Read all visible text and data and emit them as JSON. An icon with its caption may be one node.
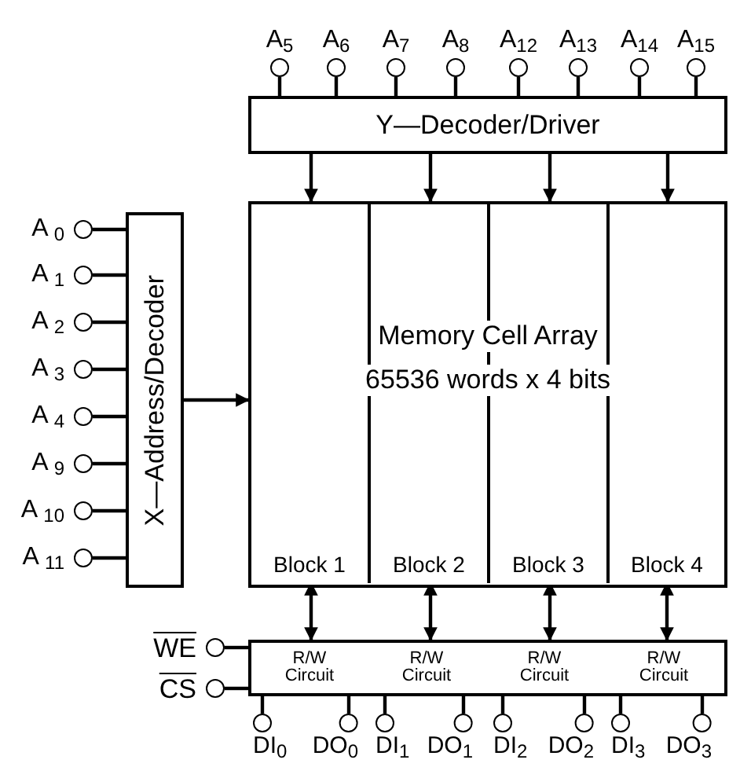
{
  "diagram": {
    "nodes": [
      {
        "text": [
          "Y—Decoder/Driver"
        ]
      },
      {
        "text": [
          "X—Address/Decoder"
        ]
      },
      {
        "text": [
          "Memory Cell Array",
          "65536 words x 4 bits"
        ]
      },
      {
        "text": [
          "Block 1"
        ],
        "in": 2
      },
      {
        "text": [
          "Block 2"
        ],
        "in": 2
      },
      {
        "text": [
          "Block 3"
        ],
        "in": 2
      },
      {
        "text": [
          "Block 4"
        ],
        "in": 2
      },
      {
        "text": [
          "R/W Circuit"
        ]
      },
      {
        "text": [
          "R/W Circuit"
        ]
      },
      {
        "text": [
          "R/W Circuit"
        ]
      },
      {
        "text": [
          "R/W Circuit"
        ]
      },
      {
        "text": [
          "A$_{5}$"
        ]
      },
      {
        "text": [
          "A$_{6}$"
        ]
      },
      {
        "text": [
          "A$_{7}$"
        ]
      },
      {
        "text": [
          "A$_{8}$"
        ]
      },
      {
        "text": [
          "A$_{12}$"
        ]
      },
      {
        "text": [
          "A$_{13}$"
        ]
      },
      {
        "text": [
          "A$_{14}$"
        ]
      },
      {
        "text": [
          "A$_{15}$"
        ]
      },
      {
        "text": [
          "A $_{0}$"
        ]
      },
      {
        "text": [
          "A $_{1}$"
        ]
      },
      {
        "text": [
          "A $_{2}$"
        ]
      },
      {
        "text": [
          "A $_{3}$"
        ]
      },
      {
        "text": [
          "A $_{4}$"
        ]
      },
      {
        "text": [
          "A $_{9}$"
        ]
      },
      {
        "text": [
          "A $_{10}$"
        ]
      },
      {
        "text": [
          "A $_{11}$"
        ]
      },
      {
        "text": [
          "WE"
        ]
      },
      {
        "text": [
          "CS"
        ]
      },
      {
        "text": [
          "DI$_{0}$"
        ]
      },
      {
        "text": [
          "DO$_{0}$"
        ]
      },
      {
        "text": [
          "DI$_{1}$"
        ]
      },
      {
        "text": [
          "DO$_{1}$"
        ]
      },
      {
        "text": [
          "DI$_{2}$"
        ]
      },
      {
        "text": [
          "DO$_{2}$"
        ]
      },
      {
        "text": [
          "DI$_{3}$"
        ]
      },
      {
        "text": [
          "DO$_{3}$"
        ]
      }
    ],
    "edges": [
      {
        "from": 11,
        "to": 0,
        "arrow": "none"
      },
      {
        "from": 12,
        "to": 0,
        "arrow": "none"
      },
      {
        "from": 13,
        "to": 0,
        "arrow": "none"
      },
      {
        "from": 14,
        "to": 0,
        "arrow": "none"
      },
      {
        "from": 15,
        "to": 0,
        "arrow": "none"
      },
      {
        "from": 16,
        "to": 0,
        "arrow": "none"
      },
      {
        "from": 17,
        "to": 0,
        "arrow": "none"
      },
      {
        "from": 18,
        "to": 0,
        "arrow": "none"
      },
      {
        "from": 0,
        "to": 2,
        "arrow": "to"
      },
      {
        "from": 0,
        "to": 2,
        "arrow": "to"
      },
      {
        "from": 0,
        "to": 2,
        "arrow": "to"
      },
      {
        "from": 0,
        "to": 2,
        "arrow": "to"
      },
      {
        "from": 19,
        "to": 1,
        "arrow": "none"
      },
      {
        "from": 20,
        "to": 1,
        "arrow": "none"
      },
      {
        "from": 21,
        "to": 1,
        "arrow": "none"
      },
      {
        "from": 22,
        "to": 1,
        "arrow": "none"
      },
      {
        "from": 23,
        "to": 1,
        "arrow": "none"
      },
      {
        "from": 24,
        "to": 1,
        "arrow": "none"
      },
      {
        "from": 25,
        "to": 1,
        "arrow": "none"
      },
      {
        "from": 26,
        "to": 1,
        "arrow": "none"
      },
      {
        "from": 1,
        "to": 2,
        "arrow": "to"
      },
      {
        "from": 3,
        "to": 7,
        "arrow": "both"
      },
      {
        "from": 4,
        "to": 8,
        "arrow": "both"
      },
      {
        "from": 5,
        "to": 9,
        "arrow": "both"
      },
      {
        "from": 6,
        "to": 10,
        "arrow": "both"
      },
      {
        "from": 27,
        "to": 7,
        "arrow": "none"
      },
      {
        "from": 28,
        "to": 7,
        "arrow": "none"
      },
      {
        "from": 29,
        "to": 7,
        "arrow": "none"
      },
      {
        "from": 30,
        "to": 7,
        "arrow": "none"
      },
      {
        "from": 31,
        "to": 8,
        "arrow": "none"
      },
      {
        "from": 32,
        "to": 8,
        "arrow": "none"
      },
      {
        "from": 33,
        "to": 9,
        "arrow": "none"
      },
      {
        "from": 34,
        "to": 9,
        "arrow": "none"
      },
      {
        "from": 35,
        "to": 10,
        "arrow": "none"
      },
      {
        "from": 36,
        "to": 10,
        "arrow": "none"
      }
    ]
  }
}
